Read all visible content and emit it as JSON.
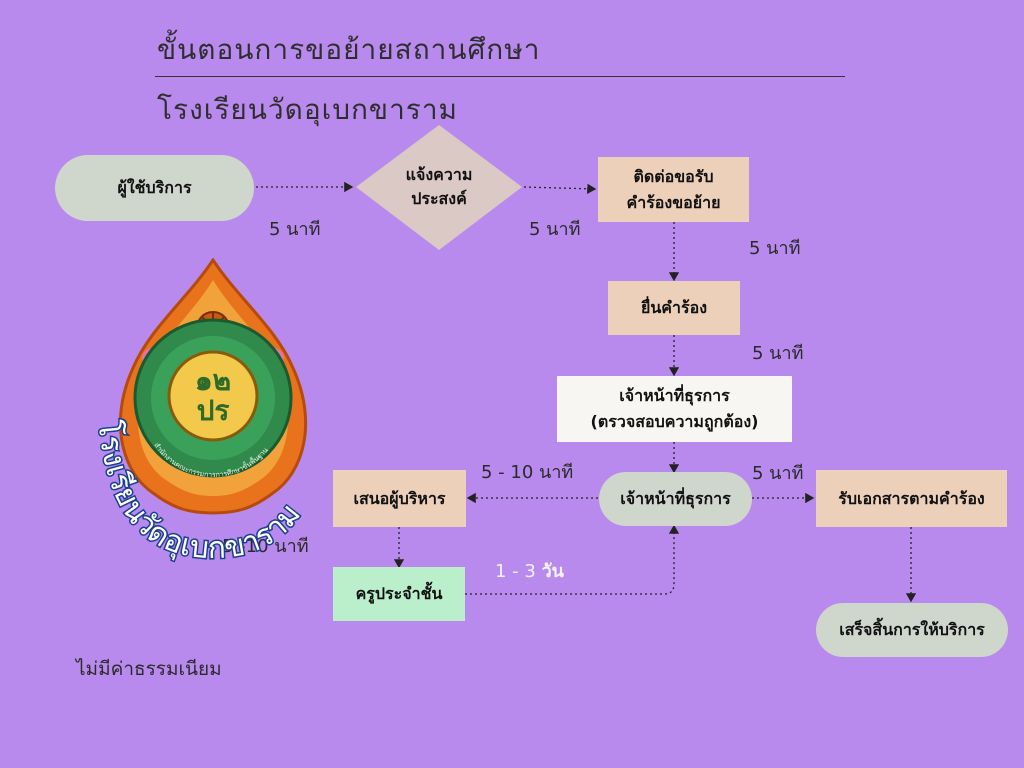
{
  "header": {
    "title": "ขั้นตอนการขอย้ายสถานศึกษา",
    "school": "โรงเรียนวัดอุเบกขาราม"
  },
  "logo": {
    "arc_text": "โรงเรียนวัดอุเบกขาราม",
    "seal_text": "สำนักงานคณะกรรมการการศึกษาขั้นพื้นฐาน"
  },
  "nodes": {
    "user": "ผู้ใช้บริการ",
    "notify_line1": "แจ้งความ",
    "notify_line2": "ประสงค์",
    "contact_line1": "ติดต่อขอรับ",
    "contact_line2": "คำร้องขอย้าย",
    "submit": "ยื่นคำร้อง",
    "verify_line1": "เจ้าหน้าที่ธุรการ",
    "verify_line2": "(ตรวจสอบความถูกต้อง)",
    "officer": "เจ้าหน้าที่ธุรการ",
    "propose": "เสนอผู้บริหาร",
    "teacher": "ครูประจำชั้น",
    "receive": "รับเอกสารตามคำร้อง",
    "done": "เสร็จสิ้นการให้บริการ"
  },
  "times": {
    "t1": "5 นาที",
    "t2": "5 นาที",
    "t3": "5 นาที",
    "t4": "5 นาที",
    "t5": "5 - 10 นาที",
    "t6": "5 นาที",
    "t7": "5 -10 นาที",
    "t8_num": "1 - 3",
    "t8_unit": "วัน"
  },
  "footer": "ไม่มีค่าธรรมเนียม",
  "colors": {
    "background": "#b98aed",
    "pill": "#cfd6cc",
    "diamond": "#dac9c5",
    "peach": "#ecd0b9",
    "white_box": "#f8f6f3",
    "mint": "#bbefcc",
    "logo_orange": "#e8731c",
    "logo_green": "#2f8a4c"
  }
}
